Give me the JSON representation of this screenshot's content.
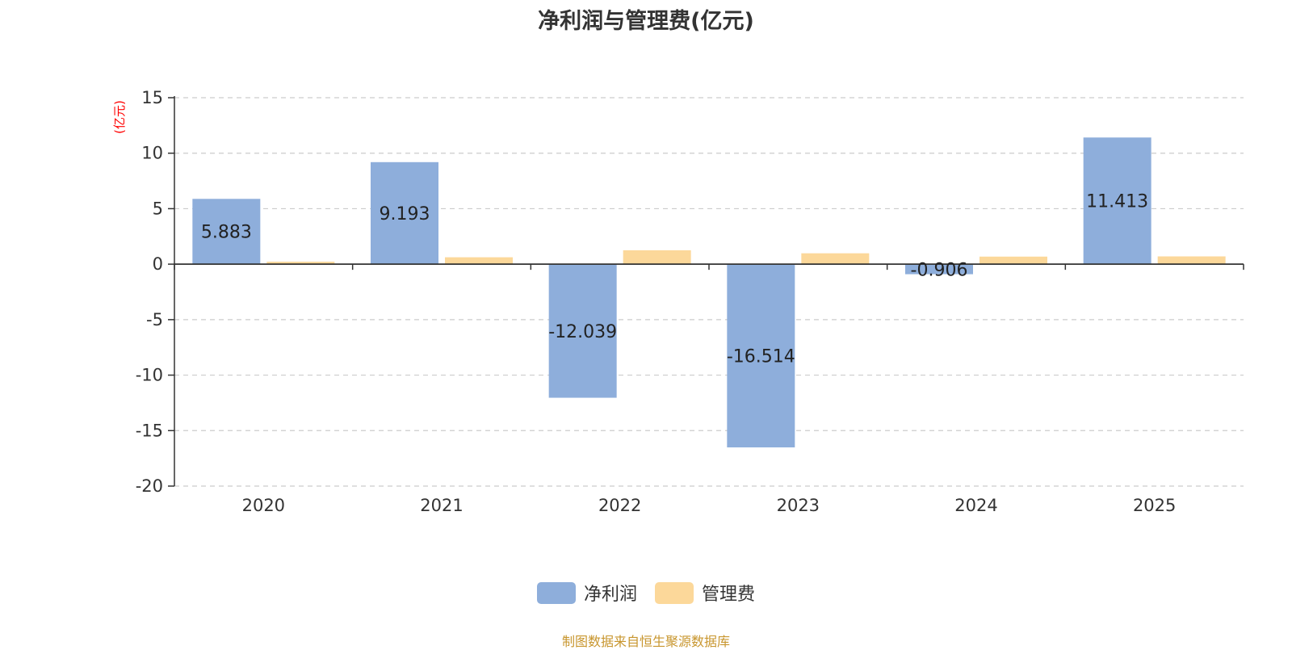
{
  "chart_data": {
    "type": "bar",
    "title": "净利润与管理费(亿元)",
    "ylabel": "(亿元)",
    "categories": [
      "2020",
      "2021",
      "2022",
      "2023",
      "2024",
      "2025"
    ],
    "series": [
      {
        "name": "净利润",
        "values": [
          5.883,
          9.193,
          -12.039,
          -16.514,
          -0.906,
          11.413
        ],
        "color": "#8eaedb",
        "show_labels": true
      },
      {
        "name": "管理费",
        "values": [
          0.22,
          0.62,
          1.25,
          0.98,
          0.68,
          0.7
        ],
        "color": "#fcd89a",
        "show_labels": false
      }
    ],
    "ylim": [
      -20,
      15
    ],
    "yticks": [
      15,
      10,
      5,
      0,
      -5,
      -10,
      -15,
      -20
    ],
    "grid": true,
    "legend_position": "bottom-center"
  },
  "source_note": "制图数据来自恒生聚源数据库",
  "colors": {
    "title": "#333333",
    "axis_label": "#ff0000",
    "grid": "#cccccc",
    "source": "#c8962e"
  }
}
